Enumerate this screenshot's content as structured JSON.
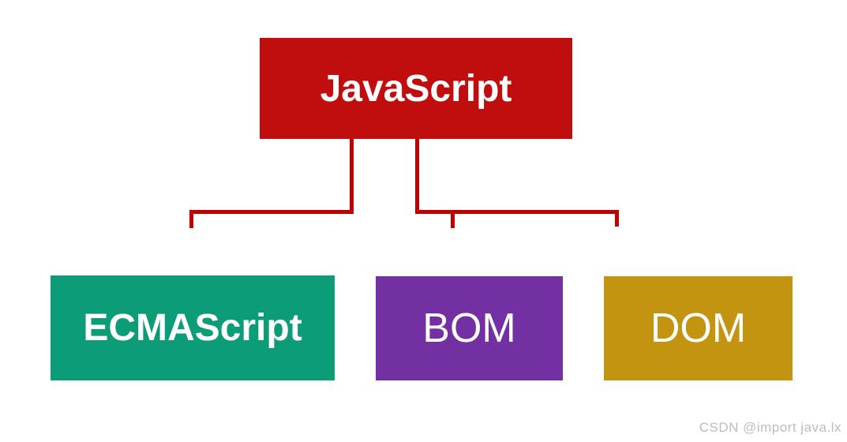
{
  "diagram": {
    "root": {
      "label": "JavaScript",
      "color": "#C00D0D",
      "text_color": "#FFFFFF"
    },
    "children": [
      {
        "label": "ECMAScript",
        "color": "#0C9C77"
      },
      {
        "label": "BOM",
        "color": "#7230A2"
      },
      {
        "label": "DOM",
        "color": "#C29410"
      }
    ],
    "connector_color": "#C00000"
  },
  "watermark": {
    "text": "CSDN @import java.lx",
    "color": "#BDBDBD"
  }
}
